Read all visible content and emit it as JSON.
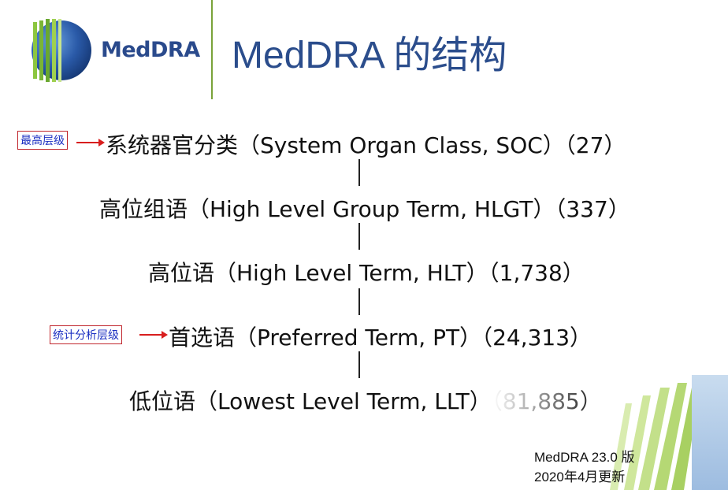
{
  "header": {
    "logo_text": "MedDRA",
    "title": "MedDRA 的结构"
  },
  "hierarchy": [
    {
      "label": "系统器官分类（System Organ Class, SOC）（27）"
    },
    {
      "label": "高位组语（High Level Group Term, HLGT）（337）"
    },
    {
      "label": "高位语（High Level Term, HLT）（1,738）"
    },
    {
      "label": "首选语（Preferred Term, PT）（24,313）"
    },
    {
      "label": "低位语（Lowest Level Term, LLT）（81,885）"
    }
  ],
  "annotations": {
    "top_level": "最高层级",
    "stat_level": "统计分析层级"
  },
  "footer": {
    "version": "MedDRA 23.0 版",
    "updated": "2020年4月更新"
  },
  "colors": {
    "title": "#2b4d8c",
    "divider": "#7aa33a",
    "tag_border": "#c0262d",
    "tag_text": "#1b2fc2",
    "arrow": "#d81e1e"
  }
}
